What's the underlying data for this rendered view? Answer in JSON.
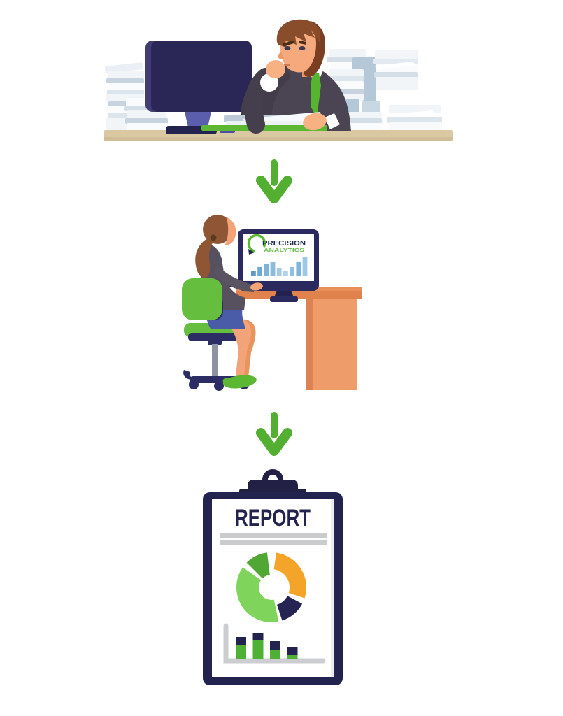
{
  "page": {
    "background": "#ffffff"
  },
  "colors": {
    "green": "#53AF32",
    "bright_green": "#5CB733",
    "navy": "#232350",
    "monitor_navy": "#2B2A5E",
    "orange_accent": "#F4A428",
    "desk_tan": "#D9C8A2",
    "desk_orange": "#E0824E",
    "suit_gray": "#4B4453",
    "skin": "#F5A97C",
    "paper_blue": "#B5C8D8",
    "chair_green": "#66BE3F",
    "axis_gray": "#CBCDD1"
  },
  "illustrations": {
    "step1": "overworked-businessman-at-desk",
    "step2": "analyst-at-precision-analytics-computer",
    "step3": "report-clipboard",
    "connector": "down-arrow"
  },
  "scene2": {
    "logo": {
      "line1": "PRECISION",
      "line2": "ANALYTICS",
      "line1_color": "#1F2A4F",
      "line2_color": "#67BF4A"
    },
    "monitor_chart": {
      "type": "bar",
      "bars": [
        {
          "h": 8,
          "color": "#5E9CC6"
        },
        {
          "h": 13,
          "color": "#6FA9D0"
        },
        {
          "h": 18,
          "color": "#7EB2D7"
        },
        {
          "h": 21,
          "color": "#8BBCDE"
        },
        {
          "h": 12,
          "color": "#A3CBE7"
        },
        {
          "h": 7,
          "color": "#AFD3EB"
        },
        {
          "h": 13,
          "color": "#8FC0E2"
        },
        {
          "h": 20,
          "color": "#7EB4DA"
        },
        {
          "h": 28,
          "color": "#9CC9E8"
        }
      ]
    }
  },
  "report": {
    "title": "REPORT",
    "title_color": "#232350",
    "placeholder_line_color": "#C9CBCD",
    "donut": {
      "type": "donut",
      "segments": [
        {
          "name": "orange",
          "color": "#F4A428",
          "approx_share": 0.28
        },
        {
          "name": "navy",
          "color": "#252453",
          "approx_share": 0.12
        },
        {
          "name": "light-green",
          "color": "#7FD45B",
          "approx_share": 0.38
        },
        {
          "name": "dark-green",
          "color": "#51A733",
          "approx_share": 0.11
        }
      ]
    },
    "bar_chart": {
      "type": "bar",
      "color": "#4EB135",
      "cap_color": "#232350",
      "bars": [
        {
          "value": 31,
          "cap": 12
        },
        {
          "value": 36,
          "cap": 9
        },
        {
          "value": 25,
          "cap": 13
        },
        {
          "value": 16,
          "cap": 11
        }
      ]
    }
  }
}
